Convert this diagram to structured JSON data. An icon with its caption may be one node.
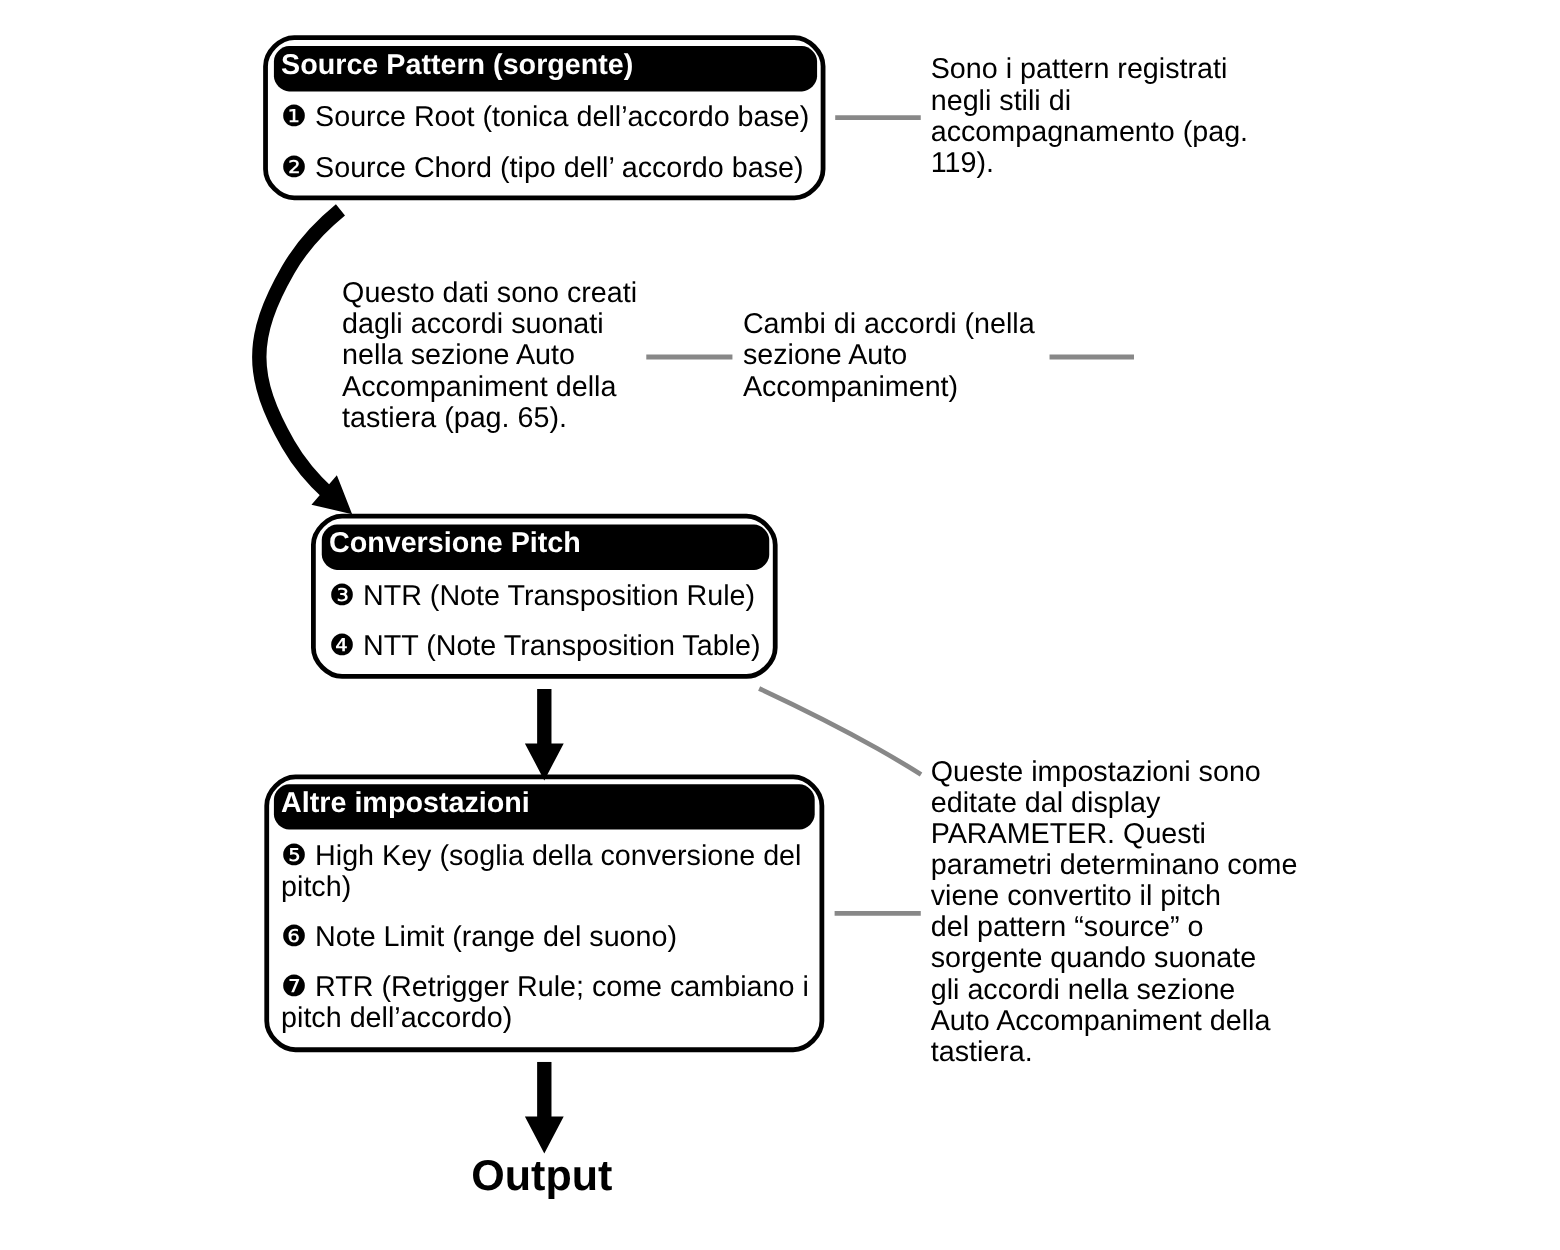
{
  "diagram": {
    "nodes": [
      {
        "text": [
          "Source Pattern (sorgente)",
          "❶ Source Root (tonica dell’accordo base)",
          "❷ Source Chord (tipo dell’ accordo base)"
        ]
      },
      {
        "text": [
          "Conversione Pitch",
          "❸ NTR (Note Transposition Rule)",
          "❹ NTT (Note Transposition Table)"
        ]
      },
      {
        "text": [
          "Altre impostazioni",
          "❺ High Key (soglia della conversione del pitch)",
          "❻ Note Limit (range del suono)",
          "❼ RTR (Retrigger Rule; come cambiano i pitch dell’accordo)"
        ]
      },
      {
        "text": [
          "Output"
        ]
      },
      {
        "text": [
          "Sono i pattern registrati negli stili di accompagnamento (pag. 119)."
        ]
      },
      {
        "text": [
          "Cambi di accordi (nella sezione Auto Accompaniment)"
        ]
      },
      {
        "text": [
          "Questo dati sono creati dagli accordi suonati nella sezione Auto Accompaniment della tastiera (pag. 65)."
        ]
      },
      {
        "text": [
          "Queste impostazioni sono editate dal display PARAMETER. Questi parametri determinano come viene convertito il pitch del pattern “source” o sorgente quando suonate gli accordi nella sezione Auto Accompaniment della tastiera."
        ]
      }
    ],
    "edges": [
      {
        "from": 0,
        "to": 1,
        "arrow": "to",
        "style": "thick",
        "color": "#000000"
      },
      {
        "from": 1,
        "to": 2,
        "arrow": "to",
        "style": "thick",
        "color": "#000000"
      },
      {
        "from": 2,
        "to": 3,
        "arrow": "to",
        "style": "thick",
        "color": "#000000"
      },
      {
        "from": 4,
        "to": 0,
        "arrow": "none"
      },
      {
        "from": 5,
        "to": null,
        "arrow": "none"
      },
      {
        "from": 6,
        "to": 5,
        "arrow": "none"
      },
      {
        "from": 7,
        "to": 1,
        "arrow": "none"
      },
      {
        "from": 7,
        "to": 2,
        "arrow": "none"
      }
    ]
  }
}
